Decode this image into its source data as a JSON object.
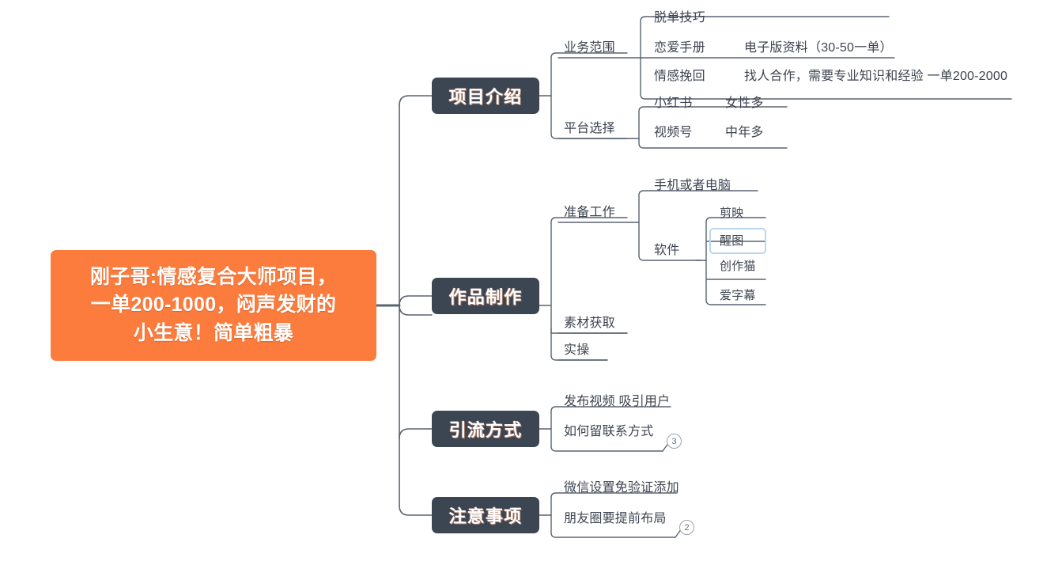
{
  "colors": {
    "root_bg": "#FB7C3C",
    "branch_bg": "#3C4552",
    "text": "#3d4450",
    "wire": "#5a6472",
    "selection": "#B9D7F0"
  },
  "root": {
    "label": "刚子哥:情感复合大师项目，\n一单200-1000，闷声发财的\n小生意！简单粗暴"
  },
  "branches": [
    {
      "label": "项目介绍",
      "children": [
        {
          "label": "业务范围",
          "children": [
            {
              "label": "脱单技巧",
              "detail": ""
            },
            {
              "label": "恋爱手册",
              "detail": "电子版资料（30-50一单）"
            },
            {
              "label": "情感挽回",
              "detail": "找人合作，需要专业知识和经验 一单200-2000"
            }
          ]
        },
        {
          "label": "平台选择",
          "children": [
            {
              "label": "小红书",
              "detail": "女性多"
            },
            {
              "label": "视频号",
              "detail": "中年多"
            }
          ]
        }
      ]
    },
    {
      "label": "作品制作",
      "children": [
        {
          "label": "准备工作",
          "children": [
            {
              "label": "手机或者电脑",
              "detail": ""
            },
            {
              "label": "软件",
              "detail": "",
              "children": [
                {
                  "label": "剪映",
                  "selected": false
                },
                {
                  "label": "醒图",
                  "selected": true
                },
                {
                  "label": "创作猫",
                  "selected": false
                },
                {
                  "label": "爱字幕",
                  "selected": false
                }
              ]
            }
          ]
        },
        {
          "label": "素材获取",
          "children": []
        },
        {
          "label": "实操",
          "children": []
        }
      ]
    },
    {
      "label": "引流方式",
      "children": [
        {
          "label": "发布视频 吸引用户",
          "children": []
        },
        {
          "label": "如何留联系方式",
          "children": [],
          "badge": "3"
        }
      ]
    },
    {
      "label": "注意事项",
      "children": [
        {
          "label": "微信设置免验证添加",
          "children": []
        },
        {
          "label": "朋友圈要提前布局",
          "children": [],
          "badge": "2"
        }
      ]
    }
  ],
  "badges": {
    "liuliang": "3",
    "zhuyi": "2"
  }
}
